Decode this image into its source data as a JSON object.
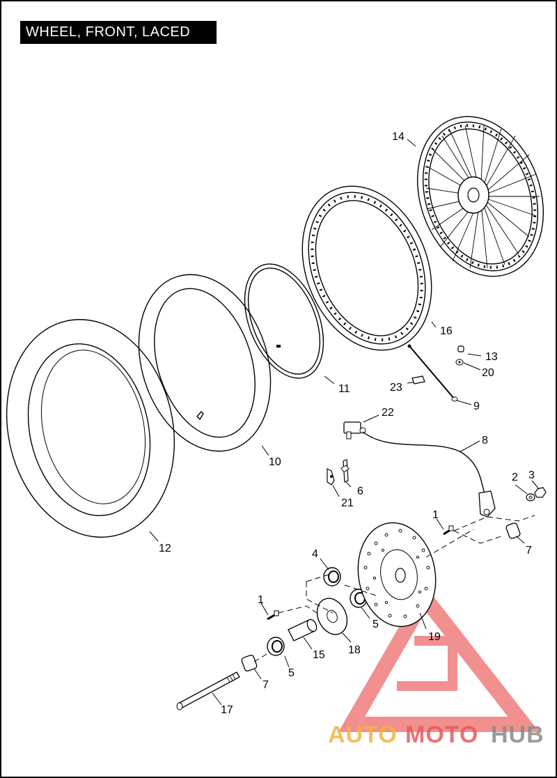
{
  "title": "WHEEL, FRONT, LACED",
  "callouts": {
    "c1a": "1",
    "c1b": "1",
    "c2": "2",
    "c3": "3",
    "c4": "4",
    "c5a": "5",
    "c5b": "5",
    "c6": "6",
    "c7a": "7",
    "c7b": "7",
    "c8": "8",
    "c9": "9",
    "c10": "10",
    "c11": "11",
    "c12": "12",
    "c13": "13",
    "c14": "14",
    "c15": "15",
    "c16": "16",
    "c17": "17",
    "c18": "18",
    "c19": "19",
    "c20": "20",
    "c21": "21",
    "c22": "22",
    "c23": "23"
  },
  "watermark": {
    "part1": "AUTO",
    "part2": "MOTO",
    "part3": "HUB",
    "colors": {
      "auto": "#f2b640",
      "moto": "#e85a5a",
      "hub": "#8a8a8a",
      "logo": "#ee6a6a"
    }
  }
}
